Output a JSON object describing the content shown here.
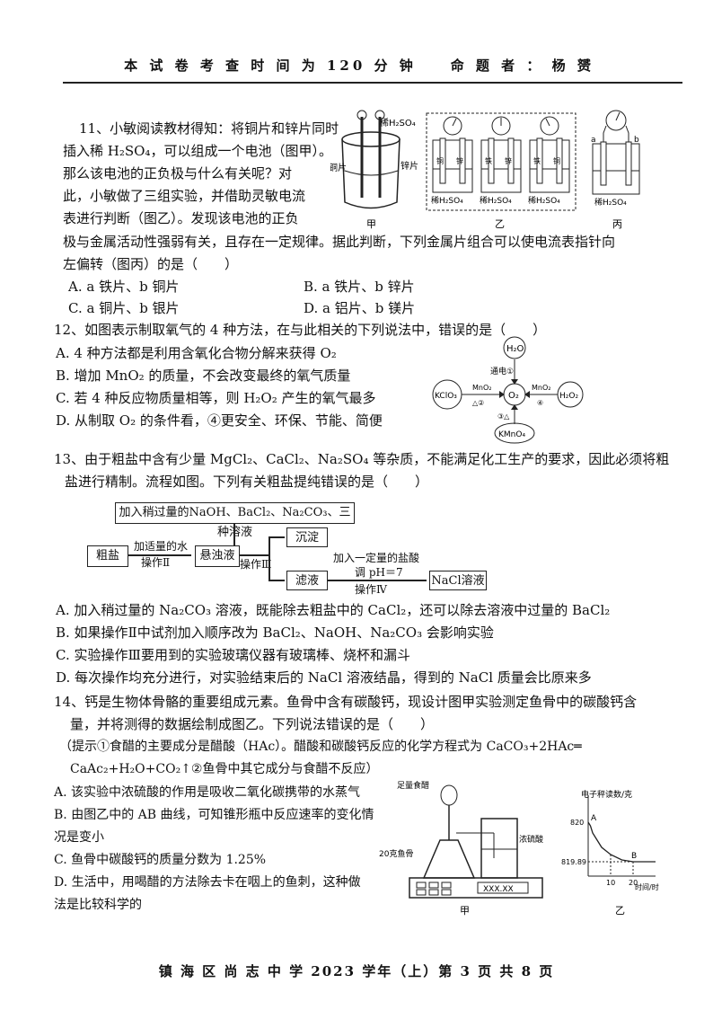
{
  "header": {
    "text": "本 试 卷 考 查 时 间 为 120 分 钟　　命 题 者 ： 杨 赟"
  },
  "q11": {
    "l1": "11、小敏阅读教材得知：将铜片和锌片同时",
    "l2": "插入稀 H₂SO₄，可以组成一个电池（图甲）。",
    "l3": "那么该电池的正负极与什么有关呢？对",
    "l4": "此，小敏做了三组实验，并借助灵敏电流",
    "l5": "表进行判断（图乙）。发现该电池的正负",
    "l6": "极与金属活动性强弱有关，且存在一定规律。据此判断，下列金属片组合可以使电流表指针向",
    "l7": "左偏转（图丙）的是（　　）",
    "optA": "A. a 铁片、b 铜片",
    "optB": "B. a 铁片、b 锌片",
    "optC": "C. a 铜片、b 银片",
    "optD": "D. a 铝片、b 镁片",
    "fig": {
      "jia_acid": "稀H₂SO₄",
      "jia_cu": "铜片",
      "jia_zn": "锌片",
      "jia_cap": "甲",
      "yi_metals": [
        "铜",
        "锌",
        "铁",
        "锌",
        "铁",
        "铜"
      ],
      "yi_acid": "稀H₂SO₄",
      "yi_cap": "乙",
      "bing_a": "a",
      "bing_b": "b",
      "bing_acid": "稀H₂SO₄",
      "bing_cap": "丙"
    }
  },
  "q12": {
    "l1": "12、如图表示制取氧气的 4 种方法，在与此相关的下列说法中，错误的是（　　）",
    "optA": "A. 4 种方法都是利用含氧化合物分解来获得 O₂",
    "optB": "B. 增加 MnO₂ 的质量，不会改变最终的氧气质量",
    "optC": "C. 若 4 种反应物质量相等，则 H₂O₂ 产生的氧气最多",
    "optD": "D. 从制取 O₂ 的条件看，④更安全、环保、节能、简便",
    "diagram": {
      "h2o": "H₂O",
      "o2": "O₂",
      "kclo3": "KClO₃",
      "h2o2": "H₂O₂",
      "kmno4": "KMnO₄",
      "r1": "通电①",
      "r2_top": "MnO₂",
      "r2_bot": "△②",
      "r4_top": "MnO₂",
      "r4_bot": "④",
      "r3": "③△"
    }
  },
  "q13": {
    "l1": "13、由于粗盐中含有少量 MgCl₂、CaCl₂、Na₂SO₄ 等杂质，不能满足化工生产的要求，因此必须将粗",
    "l2": "盐进行精制。流程如图。下列有关粗盐提纯错误的是（　　）",
    "flow": {
      "top": "加入稍过量的NaOH、BaCl₂、Na₂CO₃、三种溶液",
      "crude": "粗盐",
      "water": "加适量的水",
      "op2": "操作Ⅱ",
      "susp": "悬浊液",
      "op3": "操作Ⅲ",
      "ppt": "沉淀",
      "filtrate": "滤液",
      "acid": "加入一定量的盐酸",
      "ph": "调 pH＝7",
      "op4": "操作Ⅳ",
      "nacl": "NaCl溶液"
    },
    "optA": "A. 加入稍过量的 Na₂CO₃ 溶液，既能除去粗盐中的 CaCl₂，还可以除去溶液中过量的 BaCl₂",
    "optB": "B. 如果操作Ⅱ中试剂加入顺序改为 BaCl₂、NaOH、Na₂CO₃ 会影响实验",
    "optC": "C. 实验操作Ⅲ要用到的实验玻璃仪器有玻璃棒、烧杯和漏斗",
    "optD": "D. 每次操作均充分进行，对实验结束后的 NaCl 溶液结晶，得到的 NaCl 质量会比原来多"
  },
  "q14": {
    "l1": "14、钙是生物体骨骼的重要组成元素。鱼骨中含有碳酸钙，现设计图甲实验测定鱼骨中的碳酸钙含",
    "l2": "量，并将测得的数据绘制成图乙。下列说法错误的是（　　）",
    "l3": "（提示①食醋的主要成分是醋酸（HAc）。醋酸和碳酸钙反应的化学方程式为 CaCO₃+2HAc═",
    "l4": "CaAc₂+H₂O+CO₂↑②鱼骨中其它成分与食醋不反应）",
    "optA": "A. 该实验中浓硫酸的作用是吸收二氧化碳携带的水蒸气",
    "optB1": "B. 由图乙中的 AB 曲线，可知锥形瓶中反应速率的变化情",
    "optB2": "况是变小",
    "optC": "C. 鱼骨中碳酸钙的质量分数为 1.25%",
    "optD1": "D. 生活中，用喝醋的方法除去卡在咽上的鱼刺，这种做",
    "optD2": "法是比较科学的",
    "fig_jia": {
      "vinegar": "足量食醋",
      "fish": "20克鱼骨",
      "acid": "浓硫酸",
      "display": "XXX.XX",
      "cap": "甲"
    }
  },
  "chart_data": {
    "type": "line",
    "title": "",
    "ylabel": "电子秤读数/克",
    "xlabel": "时间/时",
    "x_ticks": [
      10,
      20
    ],
    "y_ticks": [
      819.89,
      820
    ],
    "points_labels": [
      "A",
      "B"
    ],
    "series": [
      {
        "x": [
          0,
          1,
          2,
          4,
          6,
          10,
          15,
          20,
          25,
          30
        ],
        "y": [
          820.0,
          819.99,
          819.97,
          819.95,
          819.93,
          819.91,
          819.895,
          819.89,
          819.89,
          819.89
        ]
      }
    ],
    "ylim": [
      819.85,
      820.05
    ],
    "xlim": [
      0,
      30
    ],
    "caption": "乙"
  },
  "footer": {
    "text": "镇 海 区 尚 志 中 学 2023 学年（上）第 3 页 共 8 页"
  }
}
